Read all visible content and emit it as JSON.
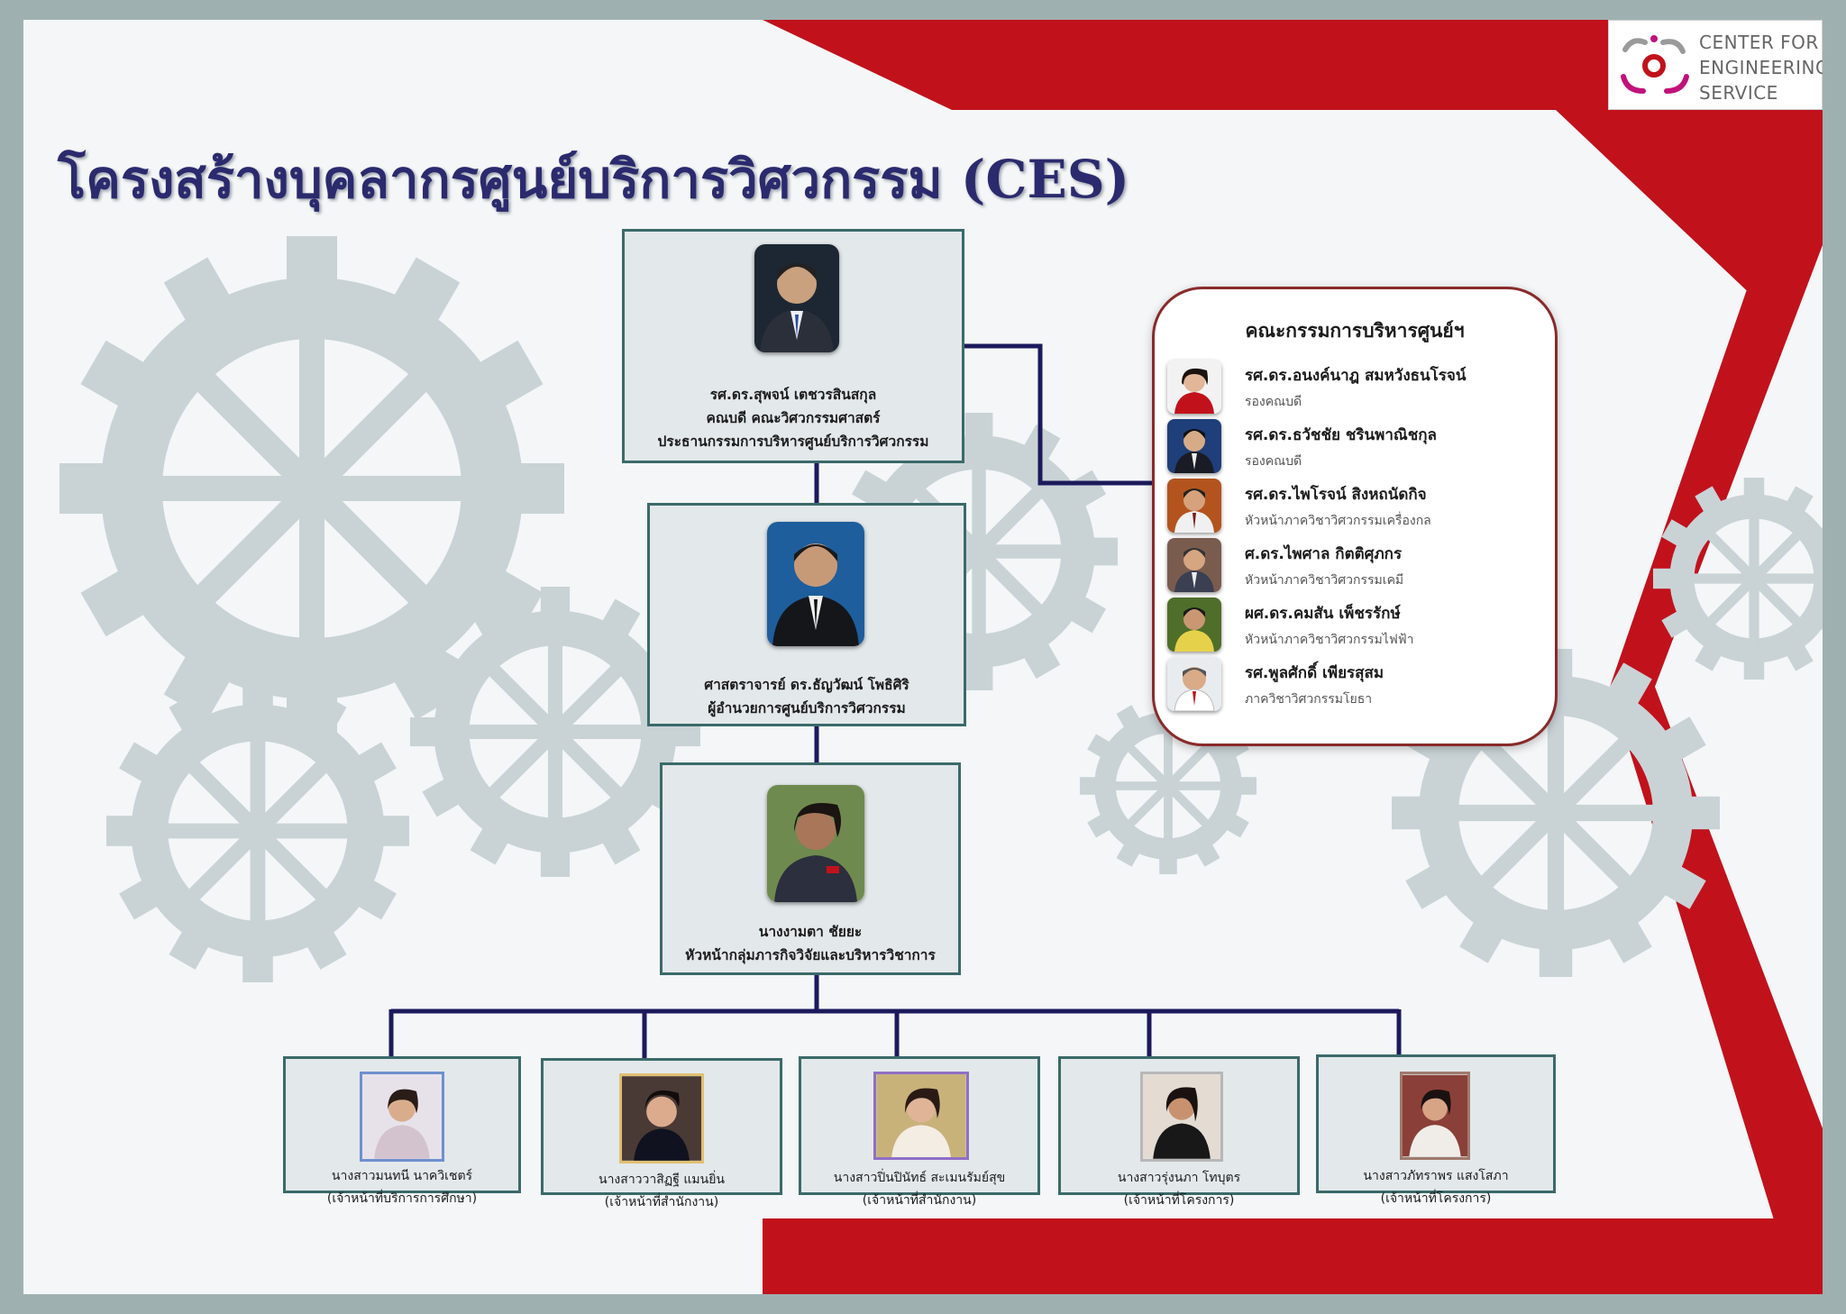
{
  "title": "โครงสร้างบุคลากรศูนย์บริการวิศวกรรม (CES)",
  "logo": {
    "line1": "CENTER FOR",
    "line2": "ENGINEERING",
    "line3": "SERVICE"
  },
  "colors": {
    "accent_red": "#c1121c",
    "title": "#2b2a6e",
    "box_border": "#3b6a6a",
    "box_fill": "#e3e8ea",
    "connector": "#1c1a5c"
  },
  "chair": {
    "name": "รศ.ดร.สุพจน์  เตชวรสินสกุล",
    "role1": "คณบดี คณะวิศวกรรมศาสตร์",
    "role2": "ประธานกรรมการบริหารศูนย์บริการวิศวกรรม"
  },
  "director": {
    "name": "ศาสตราจารย์ ดร.ธัญวัฒน์  โพธิศิริ",
    "role": "ผู้อำนวยการศูนย์บริการวิศวกรรม"
  },
  "head": {
    "name": "นางงามตา  ชัยยะ",
    "role": "หัวหน้ากลุ่มภารกิจวิจัยและบริหารวิชาการ"
  },
  "committee": {
    "title": "คณะกรรมการบริหารศูนย์ฯ",
    "members": [
      {
        "name": "รศ.ดร.อนงค์นาฎ  สมหวังธนโรจน์",
        "role": "รองคณบดี"
      },
      {
        "name": "รศ.ดร.ธวัชชัย  ชรินพาณิชกุล",
        "role": "รองคณบดี"
      },
      {
        "name": "รศ.ดร.ไพโรจน์ สิงหถนัดกิจ",
        "role": "หัวหน้าภาควิชาวิศวกรรมเครื่องกล"
      },
      {
        "name": "ศ.ดร.ไพศาล  กิตติศุภกร",
        "role": "หัวหน้าภาควิชาวิศวกรรมเคมี"
      },
      {
        "name": "ผศ.ดร.คมสัน  เพ็ชรรักษ์",
        "role": "หัวหน้าภาควิชาวิศวกรรมไฟฟ้า"
      },
      {
        "name": "รศ.พูลศักดิ์  เพียรสุสม",
        "role": "ภาควิชาวิศวกรรมโยธา"
      }
    ]
  },
  "staff": [
    {
      "name": "นางสาวมนทนี นาควิเชตร์",
      "role": "(เจ้าหน้าที่บริการการศึกษา)"
    },
    {
      "name": "นางสาววาสิฏฐี แมนยิ่น",
      "role": "(เจ้าหน้าที่สำนักงาน)"
    },
    {
      "name": "นางสาวปิ่นปินัทธ์  สะเมนรัมย์สุข",
      "role": "(เจ้าหน้าที่สำนักงาน)"
    },
    {
      "name": "นางสาวรุ่งนภา  โทบุตร",
      "role": "(เจ้าหน้าที่โครงการ)"
    },
    {
      "name": "นางสาวภัทราพร  แสงโสภา",
      "role": "(เจ้าหน้าที่โครงการ)"
    }
  ]
}
